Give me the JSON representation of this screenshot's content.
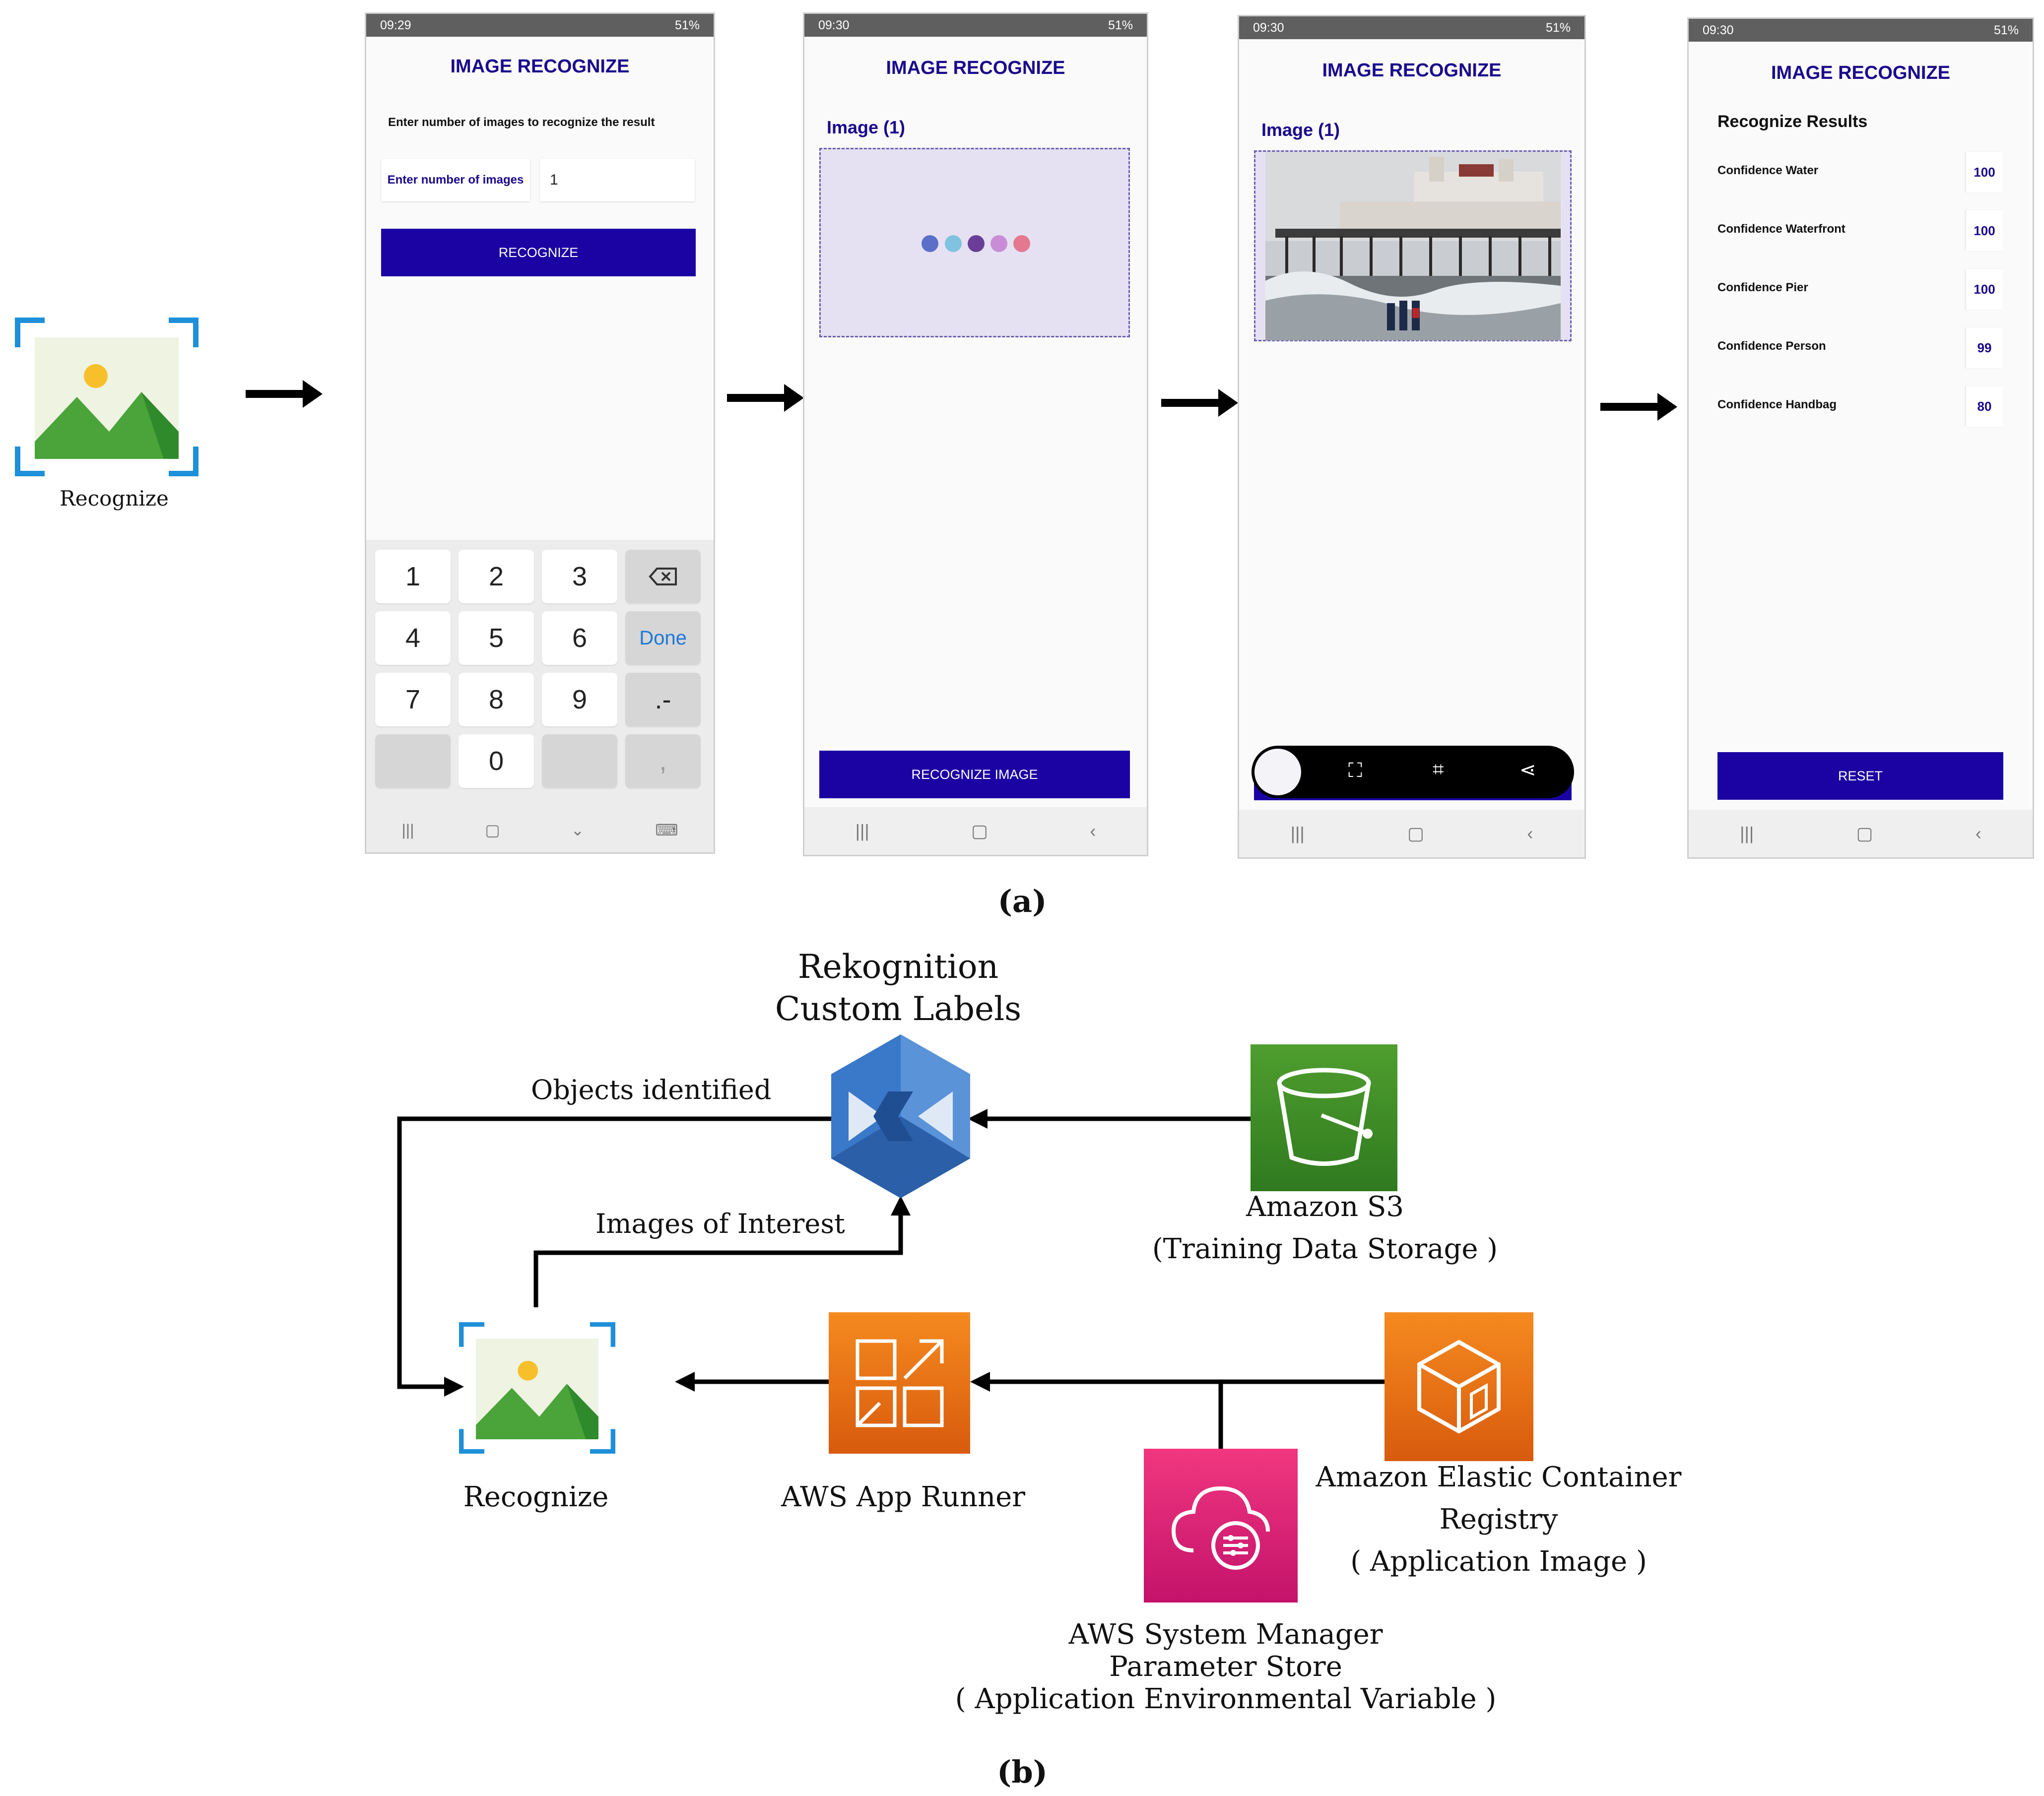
{
  "panel_a": {
    "icon_label": "Recognize",
    "caption": "(a)",
    "screens": [
      {
        "time": "09:29",
        "status_right": "51%",
        "title": "IMAGE RECOGNIZE",
        "prompt": "Enter number of images to recognize the result",
        "input_label": "Enter number of images",
        "input_value": "1",
        "button": "RECOGNIZE",
        "keys": [
          "1",
          "2",
          "3",
          "4",
          "5",
          "6",
          "7",
          "8",
          "9",
          "0",
          "Done",
          ".-",
          ","
        ]
      },
      {
        "time": "09:30",
        "status_right": "51%",
        "title": "IMAGE RECOGNIZE",
        "image_label": "Image (1)",
        "button": "RECOGNIZE IMAGE"
      },
      {
        "time": "09:30",
        "status_right": "51%",
        "title": "IMAGE RECOGNIZE",
        "image_label": "Image (1)"
      },
      {
        "time": "09:30",
        "status_right": "51%",
        "title": "IMAGE RECOGNIZE",
        "results_heading": "Recognize Results",
        "results": [
          {
            "label": "Confidence Water",
            "value": "100"
          },
          {
            "label": "Confidence Waterfront",
            "value": "100"
          },
          {
            "label": "Confidence Pier",
            "value": "100"
          },
          {
            "label": "Confidence Person",
            "value": "99"
          },
          {
            "label": "Confidence Handbag",
            "value": "80"
          }
        ],
        "button": "RESET"
      }
    ]
  },
  "panel_b": {
    "caption": "(b)",
    "rekognition_title_line1": "Rekognition",
    "rekognition_title_line2": "Custom Labels",
    "objects_identified": "Objects identified",
    "images_of_interest": "Images of Interest",
    "s3_line1": "Amazon S3",
    "s3_line2": "(Training Data Storage )",
    "recognize_label": "Recognize",
    "app_runner": "AWS App Runner",
    "ecr_line1": "Amazon Elastic Container",
    "ecr_line2": "Registry",
    "ecr_line3": "( Application Image )",
    "ssm_line1": "AWS System Manager",
    "ssm_line2": "Parameter Store",
    "ssm_line3": "( Application Environmental Variable )"
  },
  "colors": {
    "brand_blue": "#1b02a3",
    "title_blue": "#1a0a8c",
    "s3_green": "#3f8624",
    "app_runner_orange": "#ed7100",
    "ssm_pink": "#e7157b",
    "rekognition_blue": "#3a78c9"
  }
}
